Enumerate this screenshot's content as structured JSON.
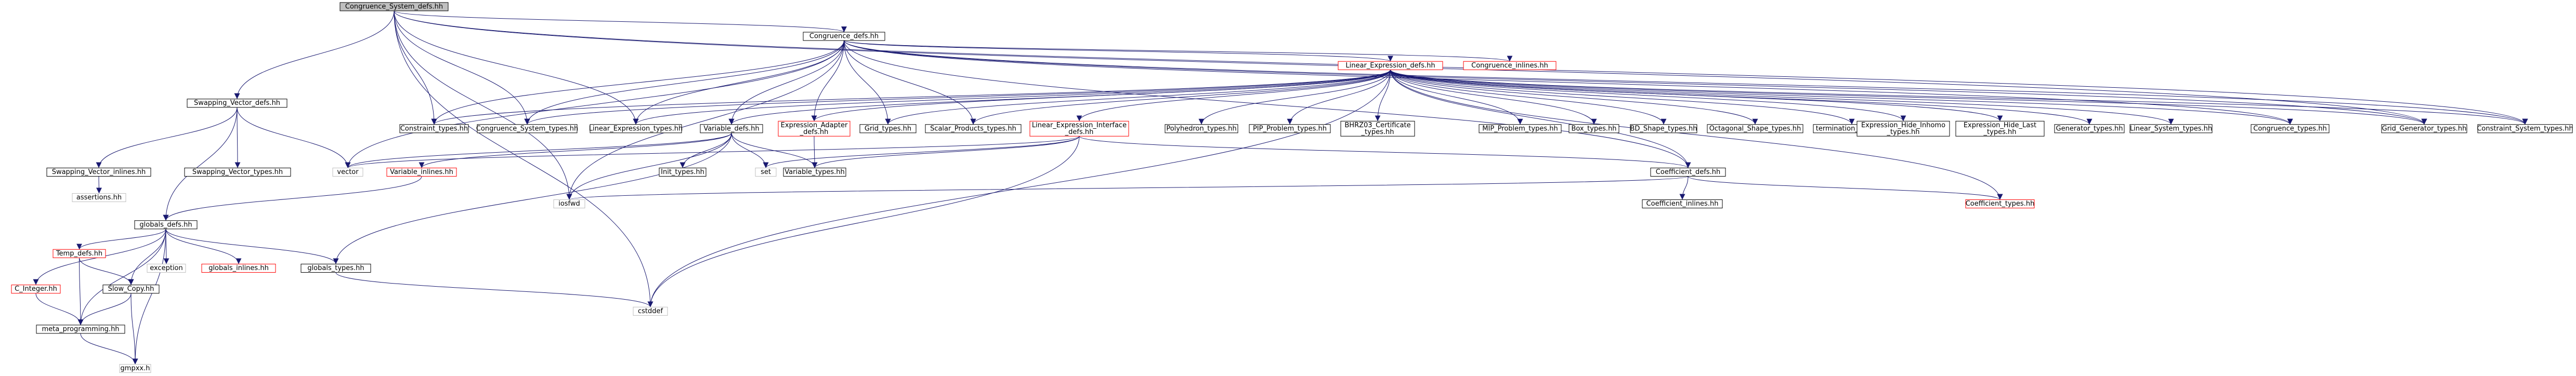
{
  "colors": {
    "node_fill": "#ffffff",
    "root_fill": "#bfbfbf",
    "normal_border": "#000000",
    "external_border": "#bfbfbf",
    "truncated_border": "#ff0000",
    "edge": "#191970"
  },
  "nodes": [
    {
      "id": "root",
      "lines": [
        "Congruence_System_defs.hh"
      ],
      "kind": "root"
    },
    {
      "id": "congr_defs",
      "lines": [
        "Congruence_defs.hh"
      ],
      "kind": "normal"
    },
    {
      "id": "linexpr_defs",
      "lines": [
        "Linear_Expression_defs.hh"
      ],
      "kind": "truncated"
    },
    {
      "id": "congr_inlines",
      "lines": [
        "Congruence_inlines.hh"
      ],
      "kind": "truncated"
    },
    {
      "id": "swap_vec_defs",
      "lines": [
        "Swapping_Vector_defs.hh"
      ],
      "kind": "normal"
    },
    {
      "id": "swap_vec_inlines",
      "lines": [
        "Swapping_Vector_inlines.hh"
      ],
      "kind": "normal"
    },
    {
      "id": "swap_vec_types",
      "lines": [
        "Swapping_Vector_types.hh"
      ],
      "kind": "normal"
    },
    {
      "id": "vector",
      "lines": [
        "vector"
      ],
      "kind": "external"
    },
    {
      "id": "assertions",
      "lines": [
        "assertions.hh"
      ],
      "kind": "external"
    },
    {
      "id": "globals_defs",
      "lines": [
        "globals_defs.hh"
      ],
      "kind": "normal"
    },
    {
      "id": "temp_defs",
      "lines": [
        "Temp_defs.hh"
      ],
      "kind": "truncated"
    },
    {
      "id": "exception",
      "lines": [
        "exception"
      ],
      "kind": "external"
    },
    {
      "id": "globals_inlines",
      "lines": [
        "globals_inlines.hh"
      ],
      "kind": "truncated"
    },
    {
      "id": "c_integer",
      "lines": [
        "C_Integer.hh"
      ],
      "kind": "truncated"
    },
    {
      "id": "slow_copy",
      "lines": [
        "Slow_Copy.hh"
      ],
      "kind": "normal"
    },
    {
      "id": "meta_prog",
      "lines": [
        "meta_programming.hh"
      ],
      "kind": "normal"
    },
    {
      "id": "gmpxx",
      "lines": [
        "gmpxx.h"
      ],
      "kind": "external"
    },
    {
      "id": "globals_types",
      "lines": [
        "globals_types.hh"
      ],
      "kind": "normal"
    },
    {
      "id": "cstddef",
      "lines": [
        "cstddef"
      ],
      "kind": "external"
    },
    {
      "id": "iosfwd",
      "lines": [
        "iosfwd"
      ],
      "kind": "external"
    },
    {
      "id": "constraint_types",
      "lines": [
        "Constraint_types.hh"
      ],
      "kind": "normal"
    },
    {
      "id": "congr_sys_types",
      "lines": [
        "Congruence_System_types.hh"
      ],
      "kind": "normal"
    },
    {
      "id": "linexpr_types",
      "lines": [
        "Linear_Expression_types.hh"
      ],
      "kind": "normal"
    },
    {
      "id": "variable_defs",
      "lines": [
        "Variable_defs.hh"
      ],
      "kind": "normal"
    },
    {
      "id": "expr_adapter",
      "lines": [
        "Expression_Adapter",
        "_defs.hh"
      ],
      "kind": "truncated"
    },
    {
      "id": "grid_types",
      "lines": [
        "Grid_types.hh"
      ],
      "kind": "normal"
    },
    {
      "id": "scalar_products",
      "lines": [
        "Scalar_Products_types.hh"
      ],
      "kind": "normal"
    },
    {
      "id": "linexpr_iface",
      "lines": [
        "Linear_Expression_Interface",
        "_defs.hh"
      ],
      "kind": "truncated"
    },
    {
      "id": "polyhedron_types",
      "lines": [
        "Polyhedron_types.hh"
      ],
      "kind": "normal"
    },
    {
      "id": "pip_problem_types",
      "lines": [
        "PIP_Problem_types.hh"
      ],
      "kind": "normal"
    },
    {
      "id": "bhrz03",
      "lines": [
        "BHRZ03_Certificate",
        "_types.hh"
      ],
      "kind": "normal"
    },
    {
      "id": "mip_problem_types",
      "lines": [
        "MIP_Problem_types.hh"
      ],
      "kind": "normal"
    },
    {
      "id": "box_types",
      "lines": [
        "Box_types.hh"
      ],
      "kind": "normal"
    },
    {
      "id": "bd_shape_types",
      "lines": [
        "BD_Shape_types.hh"
      ],
      "kind": "normal"
    },
    {
      "id": "octagonal_types",
      "lines": [
        "Octagonal_Shape_types.hh"
      ],
      "kind": "normal"
    },
    {
      "id": "termination_types",
      "lines": [
        "termination_types.hh"
      ],
      "kind": "normal"
    },
    {
      "id": "expr_hide_inhomo",
      "lines": [
        "Expression_Hide_Inhomo",
        "_types.hh"
      ],
      "kind": "normal"
    },
    {
      "id": "expr_hide_last",
      "lines": [
        "Expression_Hide_Last",
        "_types.hh"
      ],
      "kind": "normal"
    },
    {
      "id": "generator_types",
      "lines": [
        "Generator_types.hh"
      ],
      "kind": "normal"
    },
    {
      "id": "linear_system_types",
      "lines": [
        "Linear_System_types.hh"
      ],
      "kind": "normal"
    },
    {
      "id": "congruence_types",
      "lines": [
        "Congruence_types.hh"
      ],
      "kind": "normal"
    },
    {
      "id": "grid_generator_types",
      "lines": [
        "Grid_Generator_types.hh"
      ],
      "kind": "normal"
    },
    {
      "id": "constraint_sys_types",
      "lines": [
        "Constraint_System_types.hh"
      ],
      "kind": "normal"
    },
    {
      "id": "variable_inlines",
      "lines": [
        "Variable_inlines.hh"
      ],
      "kind": "truncated"
    },
    {
      "id": "std_set",
      "lines": [
        "set"
      ],
      "kind": "external"
    },
    {
      "id": "variable_types",
      "lines": [
        "Variable_types.hh"
      ],
      "kind": "normal"
    },
    {
      "id": "init_types",
      "lines": [
        "Init_types.hh"
      ],
      "kind": "normal"
    },
    {
      "id": "coeff_defs",
      "lines": [
        "Coefficient_defs.hh"
      ],
      "kind": "normal"
    },
    {
      "id": "coeff_inlines",
      "lines": [
        "Coefficient_inlines.hh"
      ],
      "kind": "normal"
    },
    {
      "id": "coeff_types",
      "lines": [
        "Coefficient_types.hh"
      ],
      "kind": "truncated"
    }
  ]
}
